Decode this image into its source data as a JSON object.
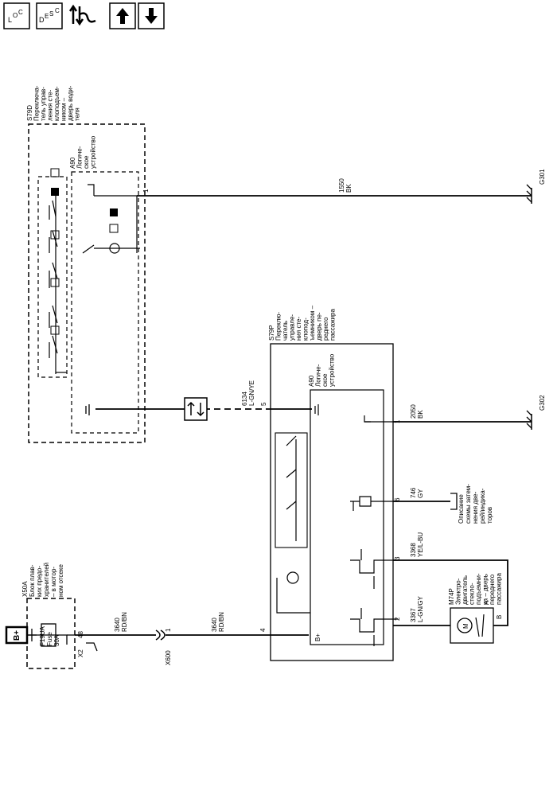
{
  "toolbar": {
    "loc_label": "LOC",
    "desc_label": "DESC",
    "buttons": [
      "loc-button",
      "desc-button",
      "signal-flow-button",
      "page-up-button",
      "page-down-button"
    ]
  },
  "power": {
    "label": "B+"
  },
  "fuse_block": {
    "title_lines": [
      "X50A",
      "Блок плав-",
      "ких предо-",
      "хранителей",
      "– в мотор-",
      "ном отсеке"
    ],
    "fuse_lines": [
      "F19UA",
      "Fuse",
      "30A"
    ],
    "pin_48": "48",
    "connector_x2": "X2"
  },
  "wires": {
    "w3640_a": {
      "circuit": "3640",
      "color": "RD/BN"
    },
    "w3640_b": {
      "circuit": "3640",
      "color": "RD/BN"
    },
    "w6134": {
      "circuit": "6134",
      "color": "L-GN/YE"
    },
    "w1550": {
      "circuit": "1550",
      "color": "BK"
    },
    "w2050": {
      "circuit": "2050",
      "color": "BK"
    },
    "w746": {
      "circuit": "746",
      "color": "GY"
    },
    "w3368": {
      "circuit": "3368",
      "color": "YE/L-BU"
    },
    "w3367": {
      "circuit": "3367",
      "color": "L-GN/GY"
    }
  },
  "connectors": {
    "x600": "X600",
    "x600_pin": "1"
  },
  "driver_switch": {
    "title_lines": [
      "S79D",
      "Переключа-",
      "тель управ-",
      "ления сте-",
      "клоподъем-",
      "ником –",
      "дверь води-",
      "теля"
    ],
    "logic_lines": [
      "A90",
      "Логиче-",
      "ское",
      "устройство"
    ],
    "pin_1": "1"
  },
  "passenger_switch": {
    "title_lines": [
      "S79P",
      "Переклю-",
      "чатель",
      "управле-",
      "ния сте-",
      "клопод-",
      "ъемником –",
      "дверь пе-",
      "реднего",
      "пассажира"
    ],
    "logic_lines": [
      "A90",
      "Логиче-",
      "ское",
      "устройство"
    ],
    "pin_5": "5",
    "pin_1": "1",
    "pin_6": "6",
    "pin_3": "3",
    "pin_2": "2",
    "pin_4": "4",
    "bplus": "B+"
  },
  "grounds": {
    "g301": "G301",
    "g302": "G302"
  },
  "lighting_ref": {
    "lines": [
      "Описание",
      "схемы затем-",
      "нения две-",
      "рей/индика-",
      "торов"
    ]
  },
  "motor": {
    "title_lines": [
      "M74P",
      "Электро-",
      "двигатель",
      "стекло-",
      "подъемни-",
      "ка – дверь",
      "переднего",
      "пассажира"
    ],
    "pin_a": "A",
    "pin_b": "B",
    "symbol": "M"
  }
}
